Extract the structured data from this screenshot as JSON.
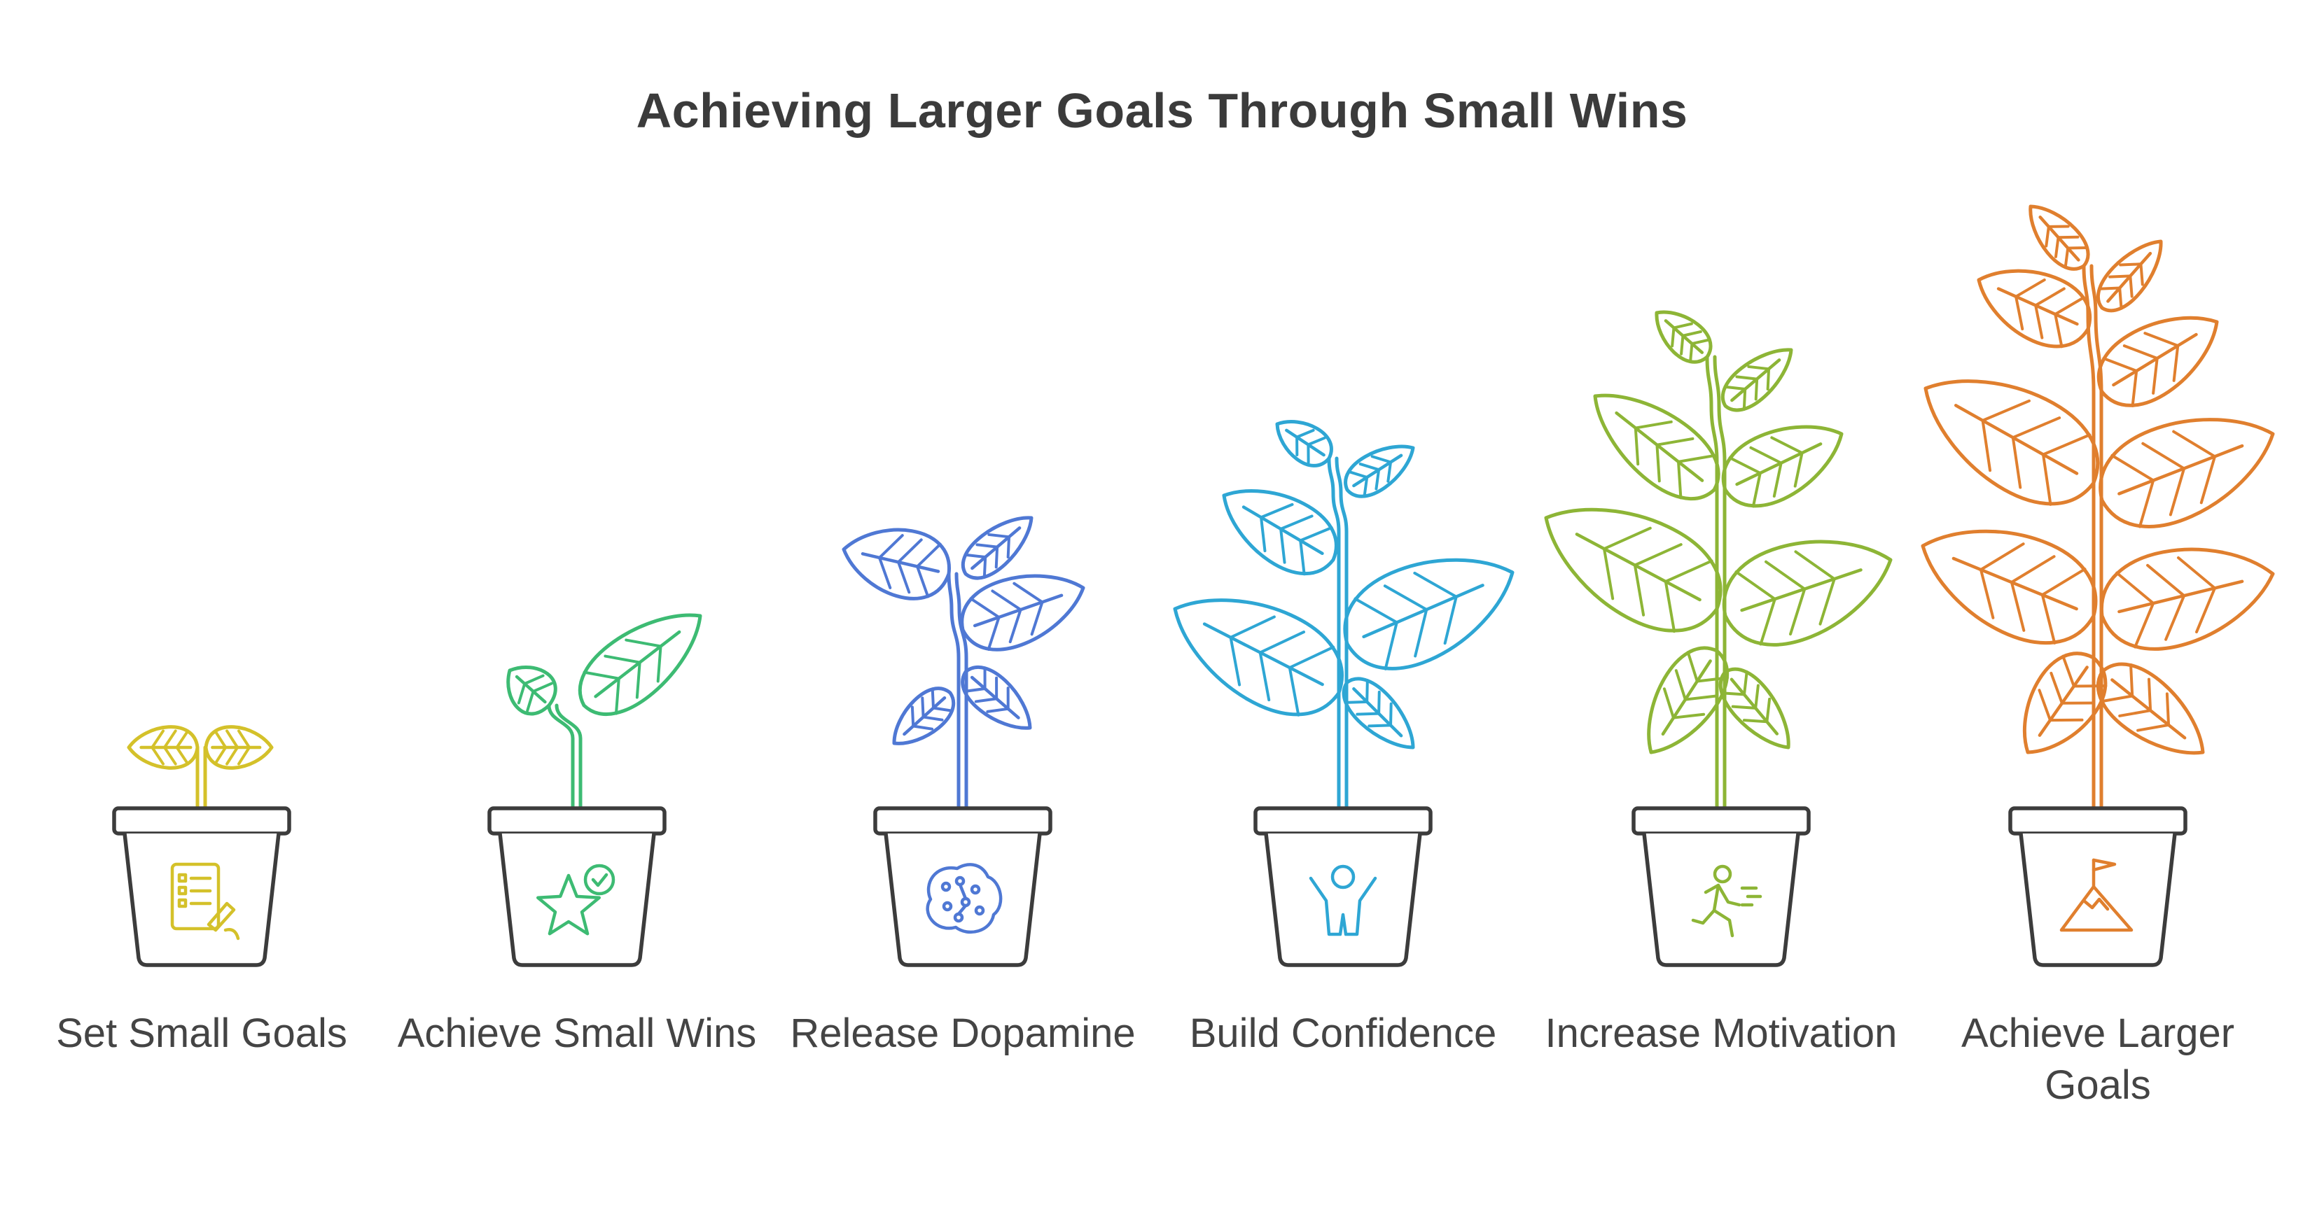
{
  "title": "Achieving Larger Goals Through Small Wins",
  "pot_color": "#3c3c3c",
  "stages": [
    {
      "label": "Set Small Goals",
      "color": "#d4c12a",
      "icon": "checklist-pen-icon",
      "growth": 1
    },
    {
      "label": "Achieve Small Wins",
      "color": "#3dbb73",
      "icon": "star-check-icon",
      "growth": 2
    },
    {
      "label": "Release Dopamine",
      "color": "#4f78d4",
      "icon": "brain-molecule-icon",
      "growth": 3
    },
    {
      "label": "Build Confidence",
      "color": "#2ea6d4",
      "icon": "person-arms-up-icon",
      "growth": 4
    },
    {
      "label": "Increase Motivation",
      "color": "#8db536",
      "icon": "running-person-icon",
      "growth": 5
    },
    {
      "label": "Achieve Larger Goals",
      "color": "#e07f2e",
      "icon": "mountain-flag-icon",
      "growth": 6
    }
  ]
}
